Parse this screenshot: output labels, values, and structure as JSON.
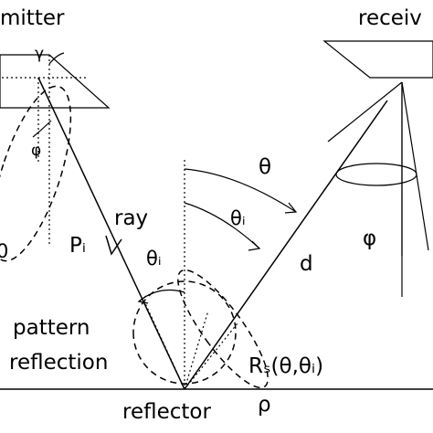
{
  "labels": {
    "transmitter": "mitter",
    "receiver": "receiv",
    "ray": "ray",
    "pi": "Pᵢ",
    "pattern": "pattern",
    "reflection": "reflection",
    "reflector": "reflector",
    "rho": "ρ",
    "rs": "Rₛ(θ,θᵢ)",
    "d": "d",
    "theta": "θ",
    "theta_i": "θᵢ",
    "theta_i_lower": "θᵢ",
    "phi": "φ",
    "phi_left": "φ",
    "gamma": "γ",
    "edge_zero": "0"
  }
}
